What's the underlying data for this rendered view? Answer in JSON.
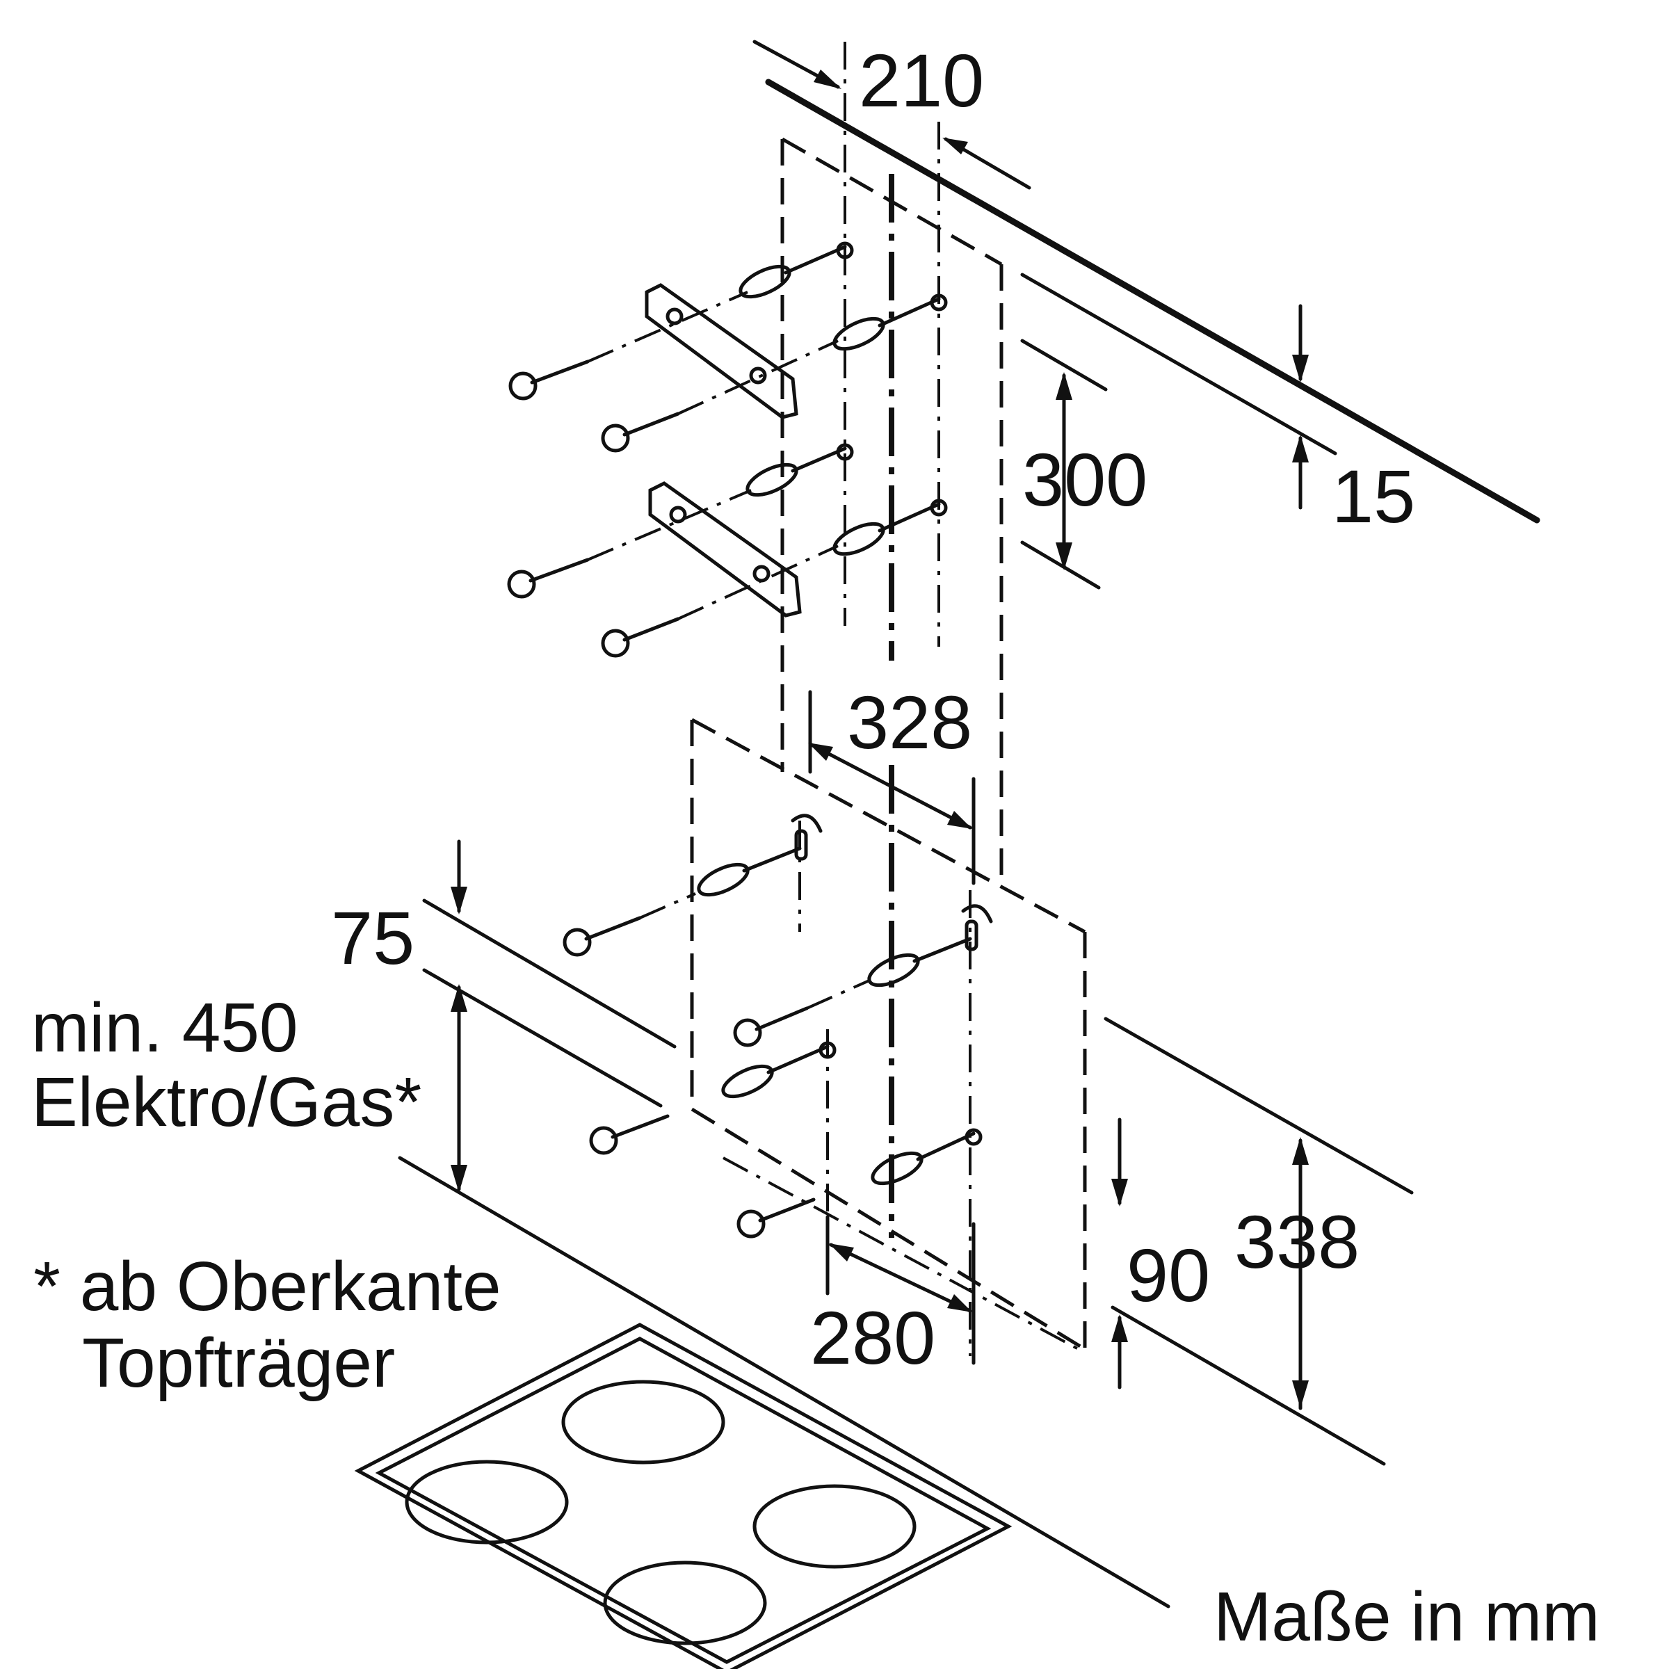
{
  "labels": {
    "d210": "210",
    "d300": "300",
    "d15": "15",
    "d328": "328",
    "d75": "75",
    "min450": "min. 450",
    "elektro_gas": "Elektro/Gas*",
    "d90": "90",
    "d338": "338",
    "d280": "280",
    "footnote_line1": "* ab Oberkante",
    "footnote_line2": "Topfträger",
    "units": "Maße in mm"
  }
}
